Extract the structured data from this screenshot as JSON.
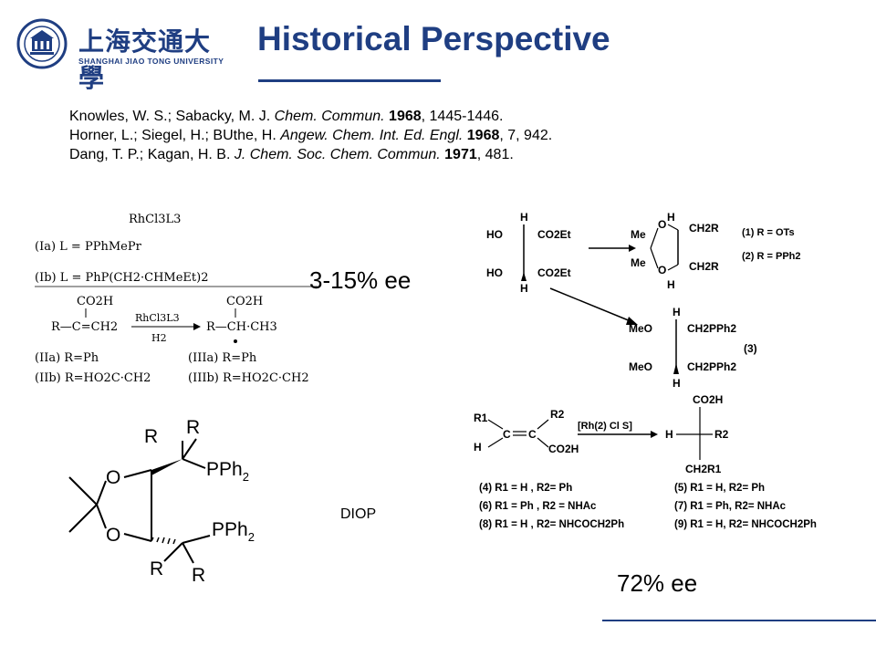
{
  "header": {
    "logo_cn": "上海交通大學",
    "logo_en": "SHANGHAI JIAO TONG UNIVERSITY",
    "title": "Historical Perspective"
  },
  "references": [
    {
      "authors": "Knowles, W. S.; Sabacky, M. J. ",
      "journal": "Chem. Commun.",
      "year": "1968",
      "rest": ", 1445-1446."
    },
    {
      "authors": "Horner, L.; Siegel, H.; BUthe, H. ",
      "journal": "Angew. Chem. Int. Ed. Engl.",
      "year": "1968",
      "rest": ", 7, 942."
    },
    {
      "authors": "Dang, T. P.; Kagan, H. B. ",
      "journal": "J. Chem. Soc. Chem. Commun.",
      "year": "1971",
      "rest": ", 481."
    }
  ],
  "notes": {
    "ee_low": "3-15% ee",
    "ee_high": "72% ee",
    "diop": "DIOP"
  },
  "scheme_left": {
    "catalyst_top": "RhCl3L3",
    "ia": "(Ia)  L = PPhMePr",
    "ib": "(Ib)  L = PhP(CH2·CHMeEt)2",
    "co2h": "CO2H",
    "reactant": "R—C=CH2",
    "product": "R—CH·CH3",
    "arrow_top": "RhCl3L3",
    "arrow_bottom": "H2",
    "iia": "(IIa)  R=Ph",
    "iib": "(IIb)  R=HO2C·CH2",
    "iiia": "(IIIa)  R=Ph",
    "iiib": "(IIIb)  R=HO2C·CH2"
  },
  "diop_structure": {
    "r": "R",
    "o": "O",
    "pph2": "PPh",
    "sub2": "2"
  },
  "scheme_right": {
    "h": "H",
    "ho": "HO",
    "co2et": "CO2Et",
    "me": "Me",
    "ch2r": "CH2R",
    "o": "O",
    "cond1": "(1) R = OTs",
    "cond2": "(2) R = PPh2",
    "meo": "MeO",
    "ch2pph2": "CH2PPh2",
    "cmpd3": "(3)",
    "r1": "R1",
    "r2": "R2",
    "c": "C",
    "co2h": "CO2H",
    "ch2r1": "CH2R1",
    "catalyst": "[Rh(2) Cl S]",
    "cmpd4": "(4)  R1 = H , R2= Ph",
    "cmpd6": "(6)  R1 = Ph , R2 = NHAc",
    "cmpd8": "(8)  R1 = H ,  R2= NHCOCH2Ph",
    "cmpd5": "(5)  R1 = H, R2= Ph",
    "cmpd7": "(7)  R1 = Ph, R2= NHAc",
    "cmpd9": "(9)  R1 = H,  R2= NHCOCH2Ph"
  }
}
